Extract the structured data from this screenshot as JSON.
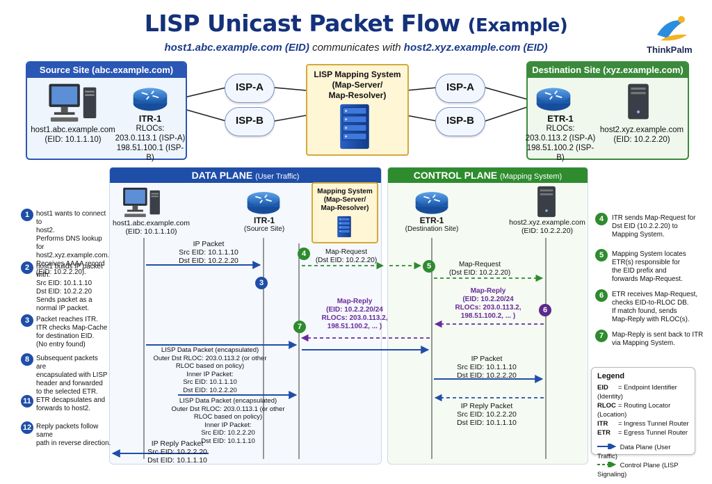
{
  "title": {
    "main": "LISP Unicast Packet Flow",
    "paren": "(Example)"
  },
  "subtitle": {
    "host1": "host1.abc.example.com (EID)",
    "mid": "communicates with",
    "host2": "host2.xyz.example.com (EID)"
  },
  "logo": {
    "text": "ThinkPalm"
  },
  "colors": {
    "data_plane": "#1f4ea8",
    "control_plane": "#2e8b2e",
    "map_reply": "#6a2a9a",
    "mapping_system": "#fff6d6"
  },
  "source_site": {
    "header": "Source Site (abc.example.com)",
    "host_name": "host1.abc.example.com",
    "host_eid": "(EID: 10.1.1.10)",
    "router_name": "ITR-1",
    "rlocs_label": "RLOCs:",
    "rloc1": "203.0.113.1 (ISP-A)",
    "rloc2": "198.51.100.1 (ISP-B)"
  },
  "isps": {
    "a_left": "ISP-A",
    "b_left": "ISP-B",
    "a_right": "ISP-A",
    "b_right": "ISP-B"
  },
  "mapping_top": {
    "line1": "LISP Mapping System",
    "line2": "(Map-Server/",
    "line3": "Map-Resolver)"
  },
  "dest_site": {
    "header": "Destination Site (xyz.example.com)",
    "router_name": "ETR-1",
    "rlocs_label": "RLOCs:",
    "rloc1": "203.0.113.2 (ISP-A)",
    "rloc2": "198.51.100.2 (ISP-B)",
    "host_name": "host2.xyz.example.com",
    "host_eid": "(EID: 10.2.2.20)"
  },
  "data_plane": {
    "title": "DATA PLANE",
    "sub": "(User Traffic)"
  },
  "control_plane": {
    "title": "CONTROL PLANE",
    "sub": "(Mapping System)"
  },
  "actors": {
    "host1_name": "host1.abc.example.com",
    "host1_eid": "(EID: 10.1.1.10)",
    "itr_name": "ITR-1",
    "itr_sub": "(Source Site)",
    "ms_line1": "Mapping System",
    "ms_line2": "(Map-Server/",
    "ms_line3": "Map-Resolver)",
    "etr_name": "ETR-1",
    "etr_sub": "(Destination Site)",
    "host2_name": "host2.xyz.example.com",
    "host2_eid": "(EID: 10.2.2.20)"
  },
  "messages": {
    "ip1_title": "IP Packet",
    "ip1_src": "Src EID: 10.1.1.10",
    "ip1_dst": "Dst EID: 10.2.2.20",
    "mr1_title": "Map-Request",
    "mr1_dst": "(Dst EID: 10.2.2.20)",
    "mr2_title": "Map-Request",
    "mr2_dst": "(Dst EID: 10.2.2.20)",
    "rep1_title": "Map-Reply",
    "rep1_l1": "(EID: 10.2.20/24",
    "rep1_l2": "RLOCs: 203.0.113.2,",
    "rep1_l3": "198.51.100.2, ... )",
    "rep2_title": "Map-Reply",
    "rep2_l1": "(EID: 10.2.2.20/24",
    "rep2_l2": "RLOCs: 203.0.113.2,",
    "rep2_l3": "198.51.100.2, ... )",
    "enc1_l1": "LISP Data Packet (encapsulated)",
    "enc1_l2": "Outer Dst RLOC: 203.0.113.2 (or other",
    "enc1_l3": "RLOC based on policy)",
    "enc1_l4": "Inner IP Packet:",
    "enc1_l5": "Src EID: 10.1.1.10",
    "enc1_l6": "Dst EID: 10.2.2.20",
    "ip2_title": "IP Packet",
    "ip2_src": "Src EID: 10.1.1.10",
    "ip2_dst": "Dst EID: 10.2.2.20",
    "enc2_l1": "LISP Data Packet (encapsulated)",
    "enc2_l2": "Outer Dst RLOC: 203.0.113.1 (or other",
    "enc2_l3": "RLOC based on policy)",
    "enc2_l4": "Inner IP Packet:",
    "enc2_l5": "Src EID: 10.2.2.20",
    "enc2_l6": "Dst EID: 10.1.1.10",
    "rep_ip_title": "IP Reply Packet",
    "rep_ip_src": "Src EID: 10.2.2.20",
    "rep_ip_dst": "Dst EID: 10.1.1.10",
    "rep_ip2_title": "IP Reply Packet",
    "rep_ip2_src": "Src EID: 10.2.2.20",
    "rep_ip2_dst": "Dst EID: 10.1.1.10"
  },
  "markers": {
    "m3": "3",
    "m4": "4",
    "m5": "5",
    "m6": "6",
    "m7": "7"
  },
  "left_steps": [
    {
      "n": "1",
      "l1": "host1 wants to connect to",
      "l2": "host2.",
      "l3": "Performs DNS lookup for",
      "l4": "host2.xyz.example.com.",
      "l5": "Receives AAAA record",
      "l6": "(EID: 10.2.2.20)."
    },
    {
      "n": "2",
      "l1": "host1 builds IP packet",
      "l2": "with:",
      "l3": "Src EID: 10.1.1.10",
      "l4": "Dst EID: 10.2.2.20",
      "l5": "Sends packet as a",
      "l6": "normal IP packet."
    },
    {
      "n": "3",
      "l1": "Packet reaches ITR.",
      "l2": "ITR checks Map-Cache",
      "l3": "for destination EID.",
      "l4": "(No entry found)"
    },
    {
      "n": "8",
      "l1": "Subsequent packets are",
      "l2": "encapsulated with LISP",
      "l3": "header and forwarded",
      "l4": "to the selected ETR."
    },
    {
      "n": "11",
      "l1": "ETR decapsulates and",
      "l2": "forwards to host2."
    },
    {
      "n": "12",
      "l1": "Reply packets follow same",
      "l2": "path in reverse direction."
    }
  ],
  "right_steps": [
    {
      "n": "4",
      "l1": "ITR sends Map-Request for",
      "l2": "Dst EID (10.2.2.20) to",
      "l3": "Mapping System."
    },
    {
      "n": "5",
      "l1": "Mapping System locates",
      "l2": "ETR(s) responsible for",
      "l3": "the EID prefix and",
      "l4": "forwards Map-Request."
    },
    {
      "n": "6",
      "l1": "ETR receives Map-Request,",
      "l2": "checks EID-to-RLOC DB.",
      "l3": "If match found, sends",
      "l4": "Map-Reply with RLOC(s)."
    },
    {
      "n": "7",
      "l1": "Map-Reply is sent back to ITR",
      "l2": "via Mapping System."
    }
  ],
  "legend": {
    "title": "Legend",
    "eid_k": "EID",
    "eid_v": "= Endpoint Identifier (Identity)",
    "rloc_k": "RLOC",
    "rloc_v": "= Routing Locator (Location)",
    "itr_k": "ITR",
    "itr_v": "= Ingress Tunnel Router",
    "etr_k": "ETR",
    "etr_v": "= Egress Tunnel Router",
    "dp": "Data Plane (User Traffic)",
    "cp": "Control Plane (LISP Signaling)"
  }
}
